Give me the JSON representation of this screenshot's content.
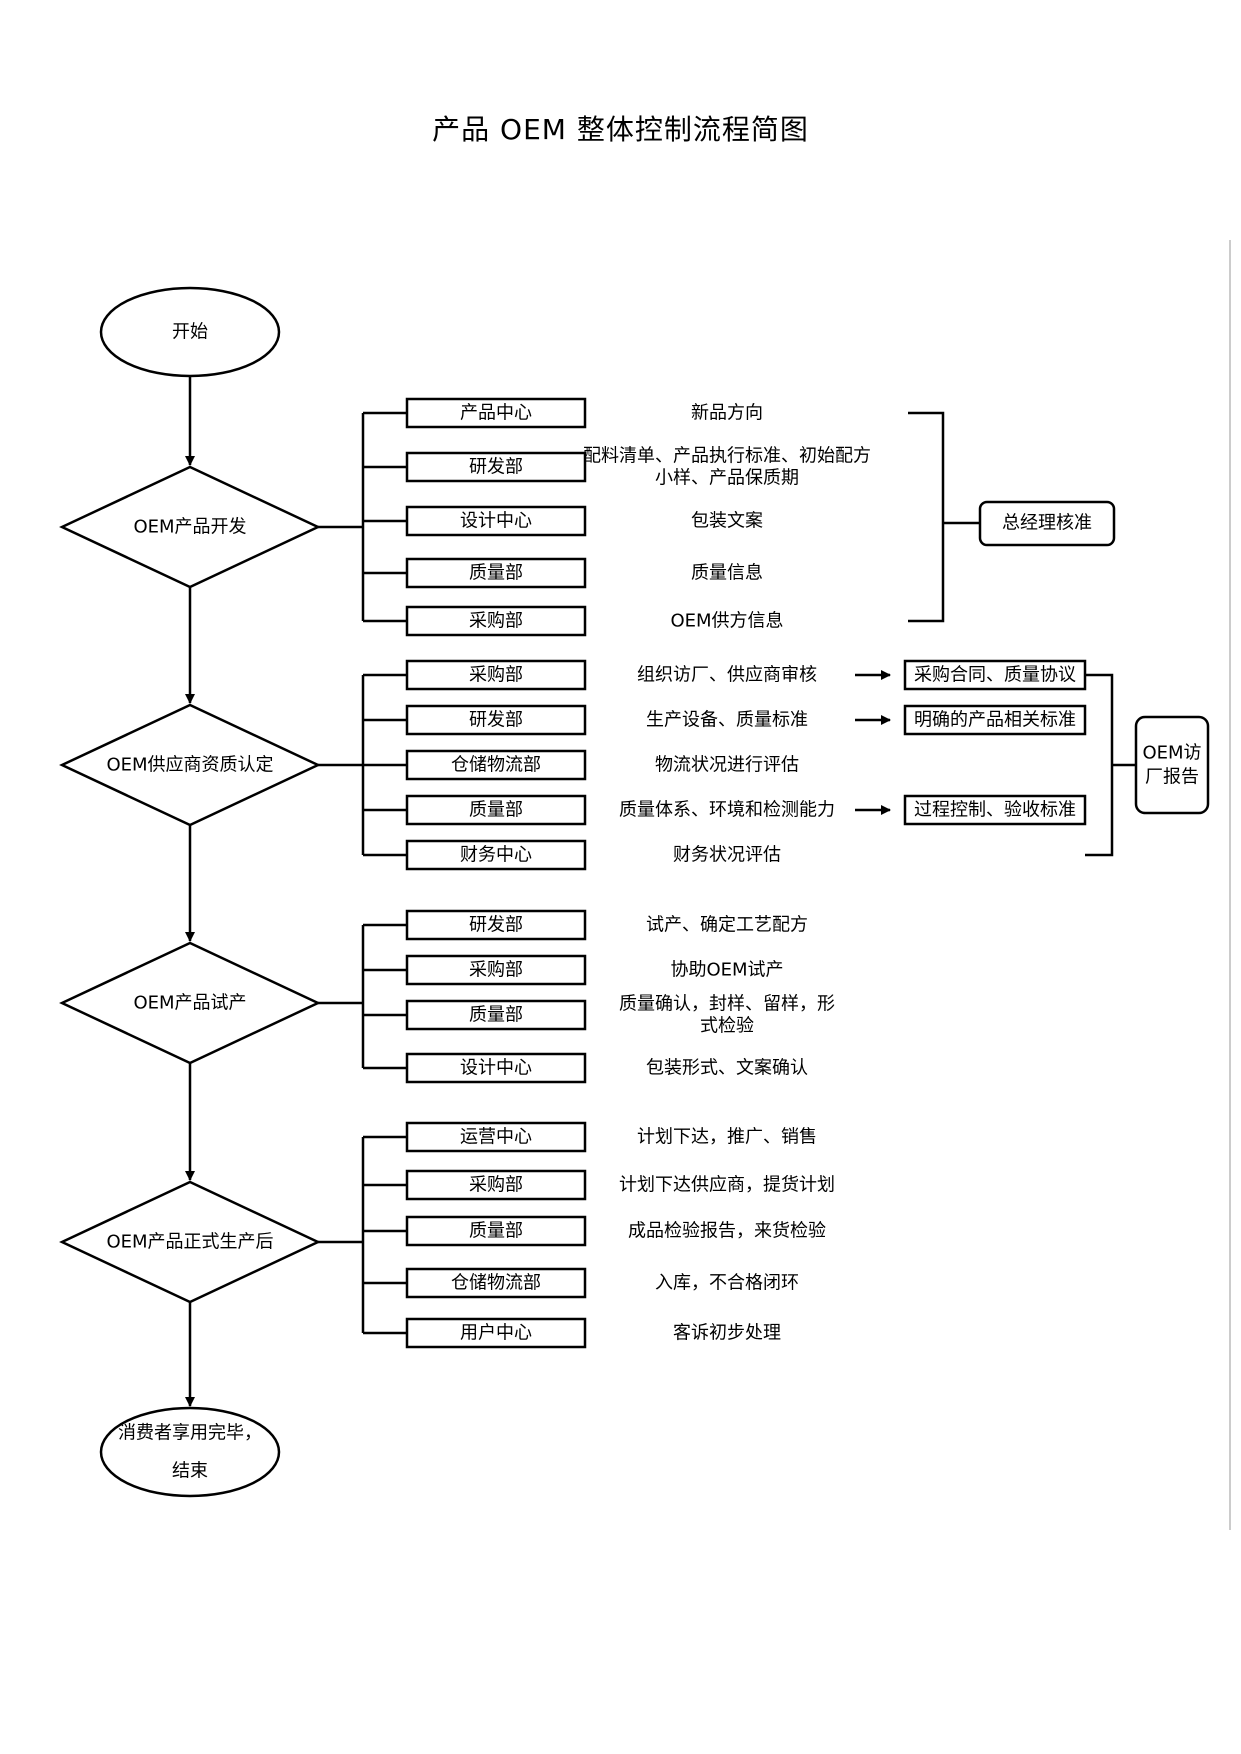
{
  "title": "产品 OEM 整体控制流程简图",
  "start": "开始",
  "end": [
    "消费者享用完毕，",
    "结束"
  ],
  "phases": [
    {
      "label": "OEM产品开发",
      "rows": [
        {
          "dept": "产品中心",
          "desc": [
            "新品方向"
          ]
        },
        {
          "dept": "研发部",
          "desc": [
            "配料清单、产品执行标准、初始配方",
            "小样、产品保质期"
          ]
        },
        {
          "dept": "设计中心",
          "desc": [
            "包装文案"
          ]
        },
        {
          "dept": "质量部",
          "desc": [
            "质量信息"
          ]
        },
        {
          "dept": "采购部",
          "desc": [
            "OEM供方信息"
          ]
        }
      ],
      "approval": "总经理核准"
    },
    {
      "label": "OEM供应商资质认定",
      "rows": [
        {
          "dept": "采购部",
          "desc": [
            "组织访厂、供应商审核"
          ],
          "result": "采购合同、质量协议"
        },
        {
          "dept": "研发部",
          "desc": [
            "生产设备、质量标准"
          ],
          "result": "明确的产品相关标准"
        },
        {
          "dept": "仓储物流部",
          "desc": [
            "物流状况进行评估"
          ]
        },
        {
          "dept": "质量部",
          "desc": [
            "质量体系、环境和检测能力"
          ],
          "result": "过程控制、验收标准"
        },
        {
          "dept": "财务中心",
          "desc": [
            "财务状况评估"
          ]
        }
      ],
      "report": [
        "OEM访",
        "厂报告"
      ]
    },
    {
      "label": "OEM产品试产",
      "rows": [
        {
          "dept": "研发部",
          "desc": [
            "试产、确定工艺配方"
          ]
        },
        {
          "dept": "采购部",
          "desc": [
            "协助OEM试产"
          ]
        },
        {
          "dept": "质量部",
          "desc": [
            "质量确认，封样、留样，形",
            "式检验"
          ]
        },
        {
          "dept": "设计中心",
          "desc": [
            "包装形式、文案确认"
          ]
        }
      ]
    },
    {
      "label": "OEM产品正式生产后",
      "rows": [
        {
          "dept": "运营中心",
          "desc": [
            "计划下达，推广、销售"
          ]
        },
        {
          "dept": "采购部",
          "desc": [
            "计划下达供应商，提货计划"
          ]
        },
        {
          "dept": "质量部",
          "desc": [
            "成品检验报告，来货检验"
          ]
        },
        {
          "dept": "仓储物流部",
          "desc": [
            "入库，不合格闭环"
          ]
        },
        {
          "dept": "用户中心",
          "desc": [
            "客诉初步处理"
          ]
        }
      ]
    }
  ]
}
